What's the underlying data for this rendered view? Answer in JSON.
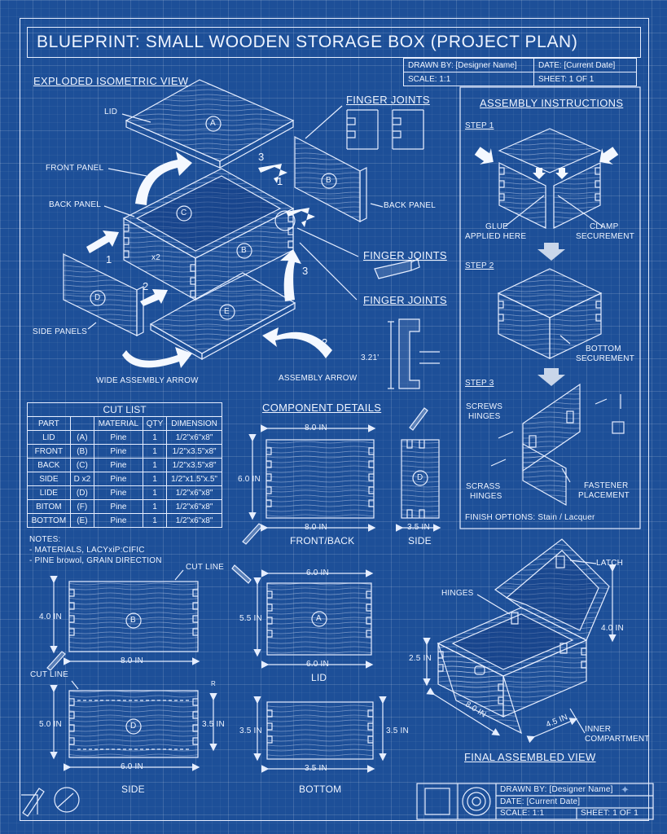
{
  "title": "BLUEPRINT: SMALL WOODEN STORAGE BOX (PROJECT PLAN)",
  "title_block": {
    "drawn_by": "DRAWN BY: [Designer Name]",
    "date": "DATE: [Current Date]",
    "scale": "SCALE: 1:1",
    "sheet": "SHEET: 1 OF 1"
  },
  "exploded": {
    "heading": "EXPLODED ISOMETRIC VIEW",
    "lid": "LID",
    "front_panel": "FRONT PANEL",
    "back_panel_left": "BACK PANEL",
    "back_panel_right": "BACK PANEL",
    "side_panels": "SIDE PANELS",
    "finger_joints_1": "FINGER JOINTS",
    "finger_joints_2": "FINGER JOINTS",
    "finger_joints_3": "FINGER JOINTS",
    "wide_arrow": "WIDE ASSEMBLY ARROW",
    "assembly_arrow": "ASSEMBLY ARROW",
    "x2": "x2",
    "dim_321": "3.21'",
    "part_a": "A",
    "part_b": "B",
    "part_c": "C",
    "part_b2": "B",
    "part_d": "D",
    "part_e": "E",
    "n1a": "1",
    "n2a": "2",
    "n3a": "3",
    "n1b": "1",
    "n2b": "2",
    "n3b": "3"
  },
  "assembly": {
    "heading": "ASSEMBLY INSTRUCTIONS",
    "step1": "STEP 1",
    "step2": "STEP 2",
    "step3": "STEP 3",
    "glue_1": "GLUE",
    "glue_2": "APPLIED HERE",
    "clamp_1": "CLAMP",
    "clamp_2": "SECUREMENT",
    "bottom_1": "BOTTOM",
    "bottom_2": "SECUREMENT",
    "screws_1": "SCREWS",
    "screws_2": "HINGES",
    "scrass_1": "SCRASS",
    "scrass_2": "HINGES",
    "fastener_1": "FASTENER",
    "fastener_2": "PLACEMENT",
    "finish": "FINISH OPTIONS: Stain / Lacquer"
  },
  "cut_list": {
    "title": "CUT LIST",
    "headers": [
      "PART",
      "",
      "MATERIAL",
      "QTY",
      "DIMENSION"
    ],
    "rows": [
      [
        "LID",
        "(A)",
        "Pine",
        "1",
        "1/2\"x6\"x8\""
      ],
      [
        "FRONT",
        "(B)",
        "Pine",
        "1",
        "1/2\"x3.5\"x8\""
      ],
      [
        "BACK",
        "(C)",
        "Pine",
        "1",
        "1/2\"x3.5\"x8\""
      ],
      [
        "SIDE",
        "D x2",
        "Pine",
        "1",
        "1/2\"x1.5\"x.5\""
      ],
      [
        "LIDE",
        "(D)",
        "Pine",
        "1",
        "1/2\"x6\"x8\""
      ],
      [
        "BITOM",
        "(F)",
        "Pine",
        "1",
        "1/2\"x6\"x8\""
      ],
      [
        "BOTTOM",
        "(E)",
        "Pine",
        "1",
        "1/2\"x6\"x8\""
      ]
    ],
    "notes_title": "NOTES:",
    "note1": "- MATERIALS, LACYxiP:CIFIC",
    "note2": "- PINE browol, GRAIN DIRECTION"
  },
  "component": {
    "heading": "COMPONENT DETAILS",
    "fb_top": "8.0 IN",
    "fb_height": "6.0 IN",
    "fb_bottom": "8.0 IN",
    "fb_caption": "FRONT/BACK",
    "side_width": "3.5 IN",
    "side_caption": "SIDE",
    "side_label": "D"
  },
  "drawings": {
    "cut_line_1": "CUT LINE",
    "cut_line_2": "CUT LINE",
    "b_height": "4.0 IN",
    "b_width": "8.0 IN",
    "b_label": "B",
    "lid_top": "6.0 IN",
    "lid_height": "5.5 IN",
    "lid_bottom": "6.0 IN",
    "lid_caption": "LID",
    "lid_label": "A",
    "d_height": "5.0 IN",
    "d_inner": "3.5 IN",
    "d_width": "6.0 IN",
    "d_label": "D",
    "d_r": "R",
    "side_caption": "SIDE",
    "bot_left": "3.5 IN",
    "bot_right": "3.5 IN",
    "bot_width": "3.5 IN",
    "bot_caption": "BOTTOM"
  },
  "final": {
    "heading": "FINAL ASSEMBLED VIEW",
    "latch": "LATCH",
    "hinges": "HINGES",
    "dim_height": "4.0 IN",
    "dim_25": "2.5 IN",
    "dim_80": "8.0 IN",
    "dim_45": "4.5 IN",
    "inner_1": "INNER",
    "inner_2": "COMPARTMENT"
  },
  "bottom_block": {
    "drawn_by": "DRAWN BY: [Designer Name]",
    "date": "DATE: [Current Date]",
    "scale": "SCALE: 1:1",
    "sheet": "SHEET: 1 OF 1"
  },
  "colors": {
    "background": "#1d4f98",
    "line": "#e6eeff",
    "arrow": "#f4f8ff",
    "step_arrow": "#c9d6ea"
  }
}
